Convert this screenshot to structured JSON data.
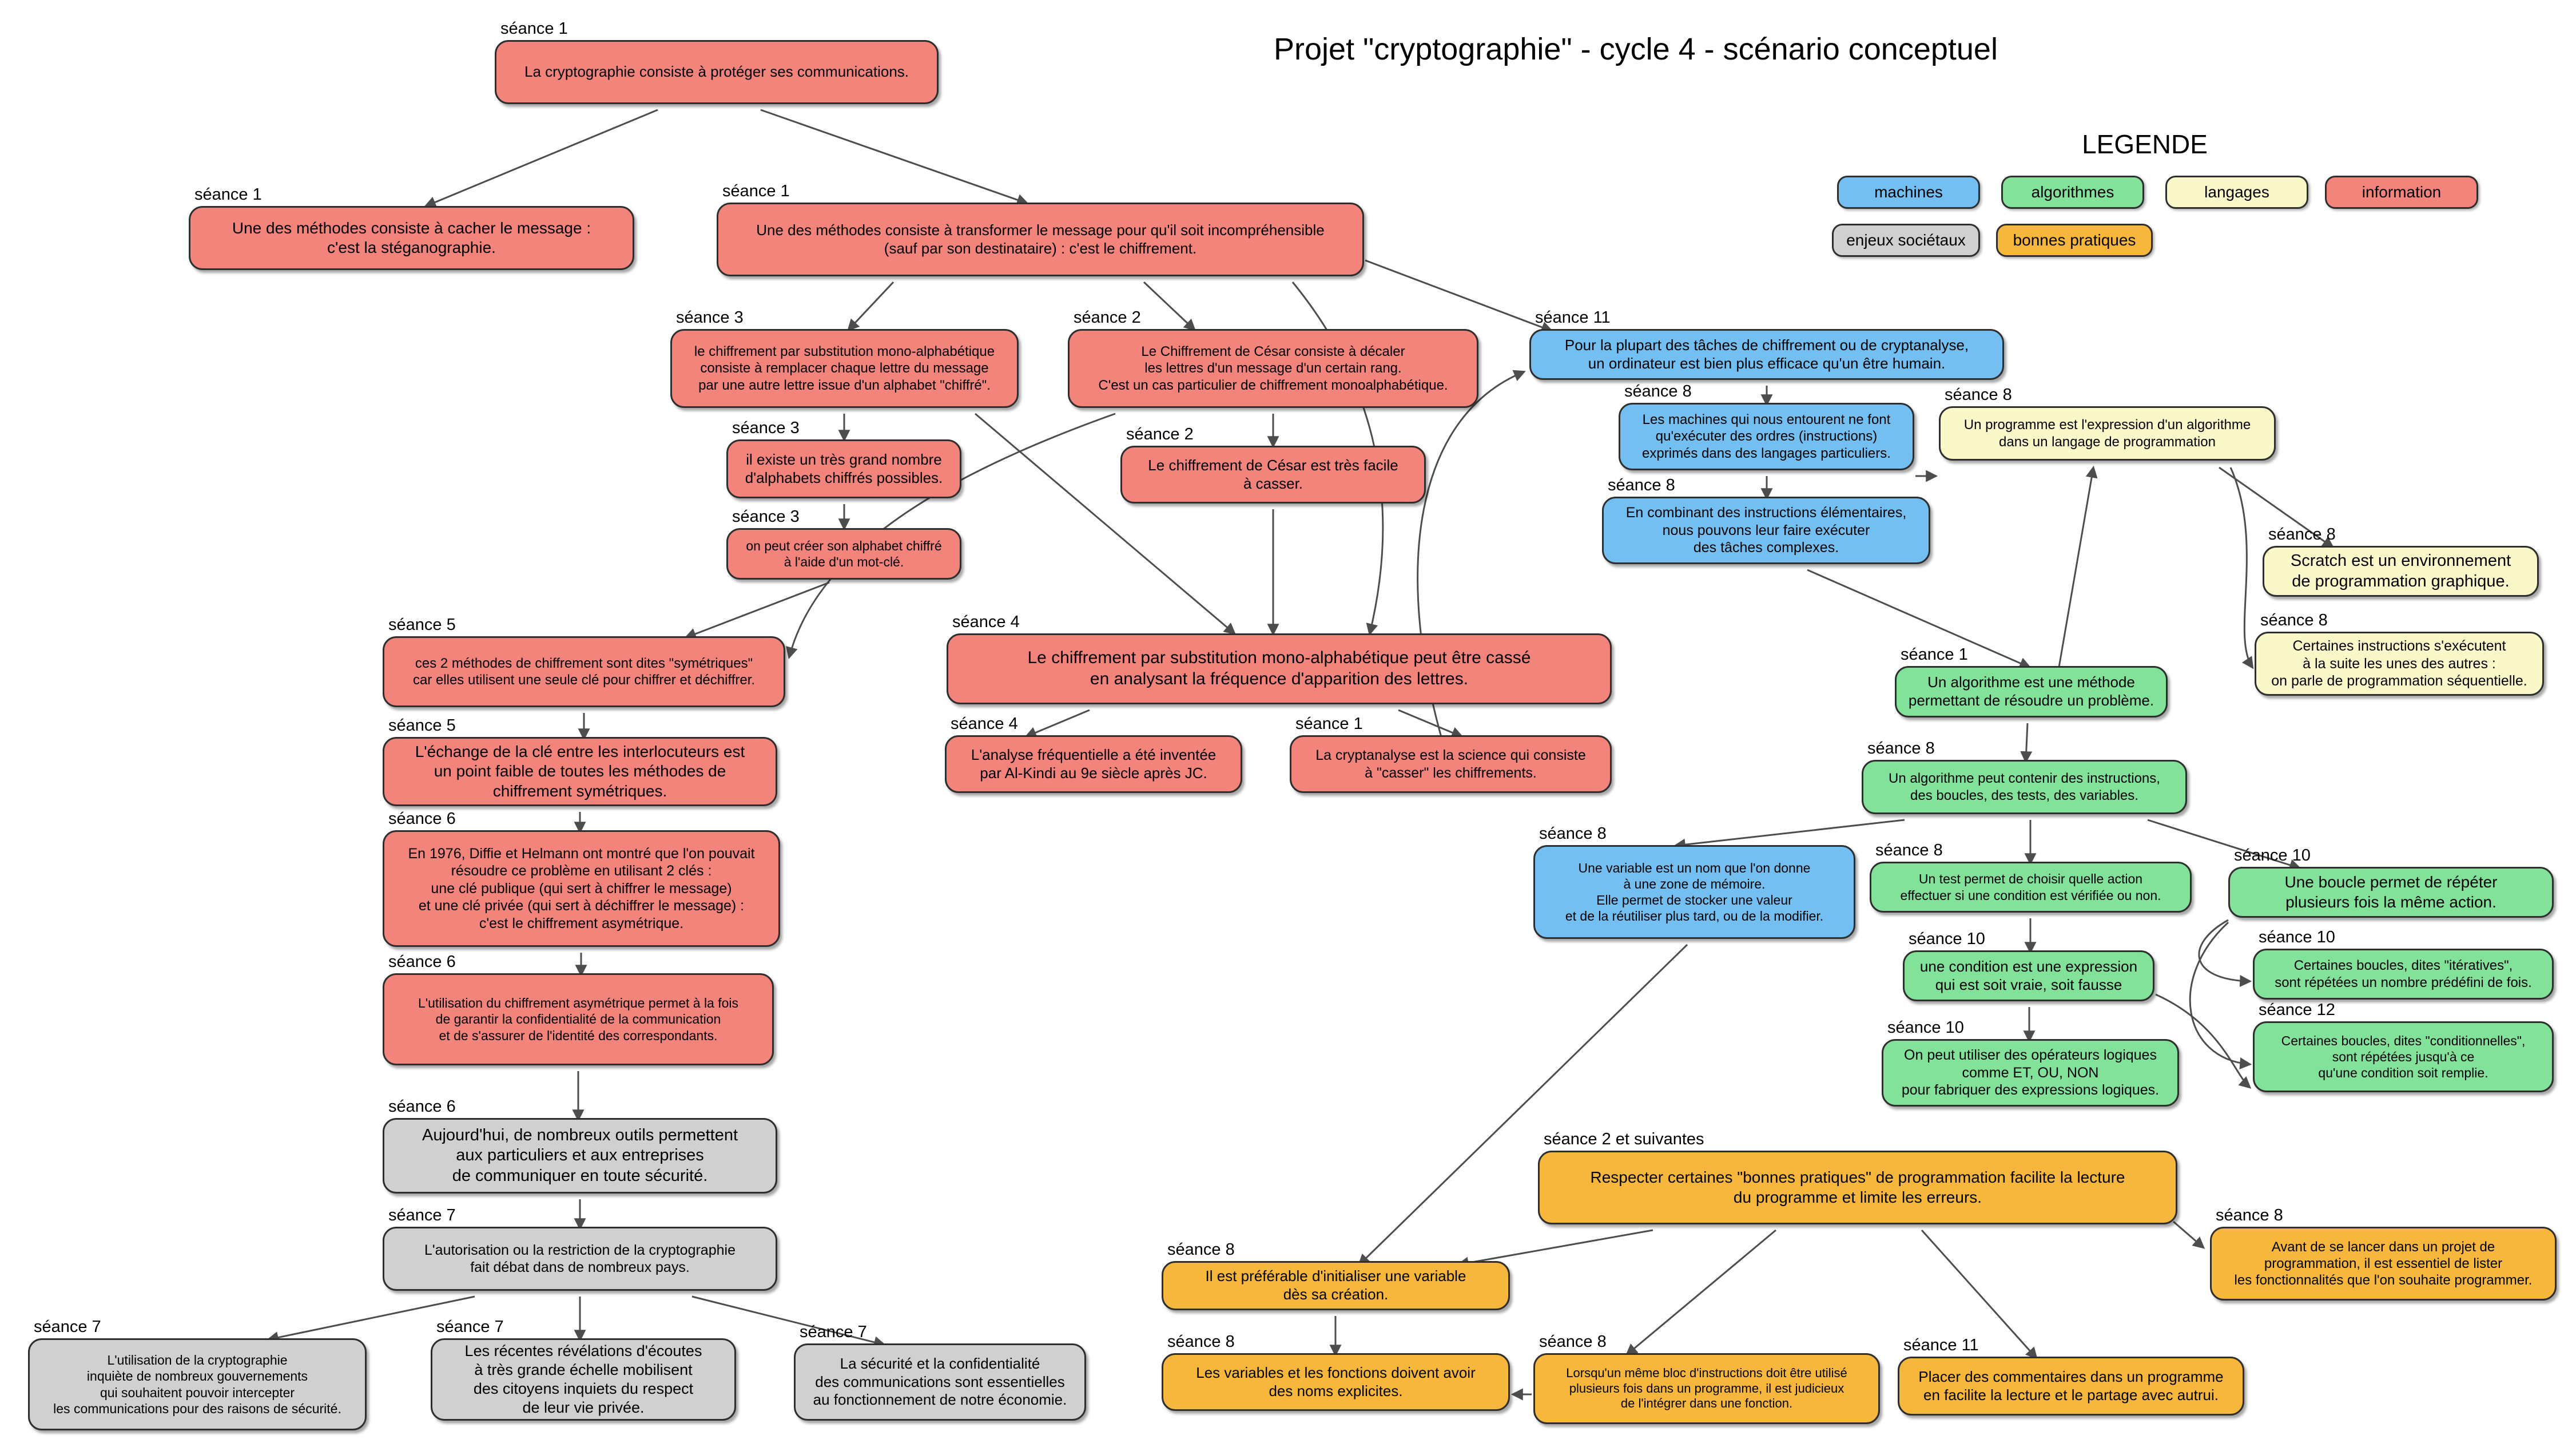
{
  "title": "Projet \"cryptographie\" - cycle 4 - scénario conceptuel",
  "legend": {
    "title": "LEGENDE",
    "items": [
      {
        "label": "machines",
        "color": "#74BFF2"
      },
      {
        "label": "algorithmes",
        "color": "#82E29A"
      },
      {
        "label": "langages",
        "color": "#FAF8C8"
      },
      {
        "label": "information",
        "color": "#F2847C"
      },
      {
        "label": "enjeux sociétaux",
        "color": "#D0D0D0"
      },
      {
        "label": "bonnes pratiques",
        "color": "#F6B73C"
      }
    ]
  },
  "nodes": {
    "crypto_protect": {
      "seance": "séance 1",
      "category": "information",
      "text": "La cryptographie consiste à protéger ses communications."
    },
    "stegano": {
      "seance": "séance 1",
      "category": "information",
      "text": "Une des méthodes consiste à cacher le message :\nc'est la stéganographie."
    },
    "chiffrement": {
      "seance": "séance 1",
      "category": "information",
      "text": "Une des méthodes consiste à transformer le message pour qu'il soit incompréhensible\n(sauf par son destinataire) : c'est le chiffrement."
    },
    "substitution": {
      "seance": "séance 3",
      "category": "information",
      "text": "le chiffrement par substitution mono-alphabétique\nconsiste à remplacer chaque lettre du message\npar une autre lettre issue d'un alphabet \"chiffré\"."
    },
    "cesar": {
      "seance": "séance 2",
      "category": "information",
      "text": "Le Chiffrement de César consiste à décaler\nles lettres d'un message d'un certain rang.\nC'est un cas particulier de chiffrement monoalphabétique."
    },
    "nb_alphabets": {
      "seance": "séance 3",
      "category": "information",
      "text": "il existe un très grand nombre\nd'alphabets chiffrés possibles."
    },
    "alphabet_motcle": {
      "seance": "séance 3",
      "category": "information",
      "text": "on peut créer son alphabet chiffré\nà l'aide d'un mot-clé."
    },
    "cesar_casser": {
      "seance": "séance 2",
      "category": "information",
      "text": "Le chiffrement de César est très facile\nà casser."
    },
    "ordinateur": {
      "seance": "séance 11",
      "category": "machines",
      "text": "Pour la plupart des tâches de chiffrement ou de cryptanalyse,\nun ordinateur est bien plus efficace qu'un être humain."
    },
    "machines": {
      "seance": "séance 8",
      "category": "machines",
      "text": "Les machines qui nous entourent ne font\nqu'exécuter des ordres (instructions)\nexprimés dans des langages particuliers."
    },
    "programme": {
      "seance": "séance 8",
      "category": "langages",
      "text": "Un programme est l'expression d'un algorithme\ndans un langage de programmation"
    },
    "en_combinant": {
      "seance": "séance 8",
      "category": "machines",
      "text": "En combinant des instructions élémentaires,\nnous pouvons leur faire exécuter\ndes tâches complexes."
    },
    "scratch": {
      "seance": "séance 8",
      "category": "langages",
      "text": "Scratch est un environnement\nde programmation graphique."
    },
    "sequentielle": {
      "seance": "séance 8",
      "category": "langages",
      "text": "Certaines instructions s'exécutent\nà la suite les unes des autres :\non parle de programmation séquentielle."
    },
    "algo_methode": {
      "seance": "séance 1",
      "category": "algorithmes",
      "text": "Un algorithme est une méthode\npermettant de résoudre un problème."
    },
    "ces2_methodes": {
      "seance": "séance 5",
      "category": "information",
      "text": "ces 2 méthodes de chiffrement sont dites \"symétriques\"\ncar elles utilisent une seule clé pour chiffrer et déchiffrer."
    },
    "substitution_casse": {
      "seance": "séance 4",
      "category": "information",
      "text": "Le chiffrement par substitution mono-alphabétique peut être cassé\nen analysant la fréquence d'apparition des lettres."
    },
    "echange_cle": {
      "seance": "séance 5",
      "category": "information",
      "text": "L'échange de la clé entre les interlocuteurs est\nun point faible de toutes les méthodes de\nchiffrement symétriques."
    },
    "analyse_freq": {
      "seance": "séance 4",
      "category": "information",
      "text": "L'analyse fréquentielle a été inventée\npar Al-Kindi au 9e siècle après JC."
    },
    "cryptanalyse": {
      "seance": "séance 1",
      "category": "information",
      "text": "La cryptanalyse est la science qui consiste\nà \"casser\" les chiffrements."
    },
    "algo_contenir": {
      "seance": "séance 8",
      "category": "algorithmes",
      "text": "Un algorithme peut contenir des instructions,\ndes boucles, des tests, des variables."
    },
    "diffie": {
      "seance": "séance 6",
      "category": "information",
      "text": "En 1976, Diffie et Helmann ont montré que l'on pouvait\nrésoudre ce problème en utilisant 2 clés :\nune clé publique (qui sert à chiffrer le message)\net une clé privée (qui sert à déchiffrer le message) :\nc'est le chiffrement asymétrique."
    },
    "variable": {
      "seance": "séance 8",
      "category": "machines",
      "text": "Une variable est un nom que l'on donne\nà une zone de mémoire.\nElle permet de stocker une valeur\net de la réutiliser plus tard, ou de la modifier."
    },
    "test": {
      "seance": "séance 8",
      "category": "algorithmes",
      "text": "Un test permet de choisir quelle action\neffectuer si une condition est vérifiée ou non."
    },
    "boucle": {
      "seance": "séance 10",
      "category": "algorithmes",
      "text": "Une boucle permet de répéter\nplusieurs fois la même action."
    },
    "condition": {
      "seance": "séance 10",
      "category": "algorithmes",
      "text": "une condition est une expression\nqui est soit vraie, soit fausse"
    },
    "iteratives": {
      "seance": "séance 10",
      "category": "algorithmes",
      "text": "Certaines boucles, dites \"itératives\",\nsont répétées un nombre prédéfini de fois."
    },
    "conditionnelles": {
      "seance": "séance 12",
      "category": "algorithmes",
      "text": "Certaines boucles, dites \"conditionnelles\",\nsont répétées jusqu'à ce\nqu'une condition soit remplie."
    },
    "operateurs": {
      "seance": "séance 10",
      "category": "algorithmes",
      "text": "On peut utiliser des opérateurs logiques\ncomme ET, OU,  NON\npour fabriquer des expressions logiques."
    },
    "asym_utilisation": {
      "seance": "séance 6",
      "category": "information",
      "text": "L'utilisation du chiffrement asymétrique permet à la fois\nde garantir la confidentialité de la communication\net de s'assurer de l'identité des correspondants."
    },
    "outils": {
      "seance": "séance 6",
      "category": "enjeux sociétaux",
      "text": "Aujourd'hui, de nombreux outils permettent\naux particuliers et aux entreprises\nde communiquer en toute sécurité."
    },
    "autorisation": {
      "seance": "séance 7",
      "category": "enjeux sociétaux",
      "text": "L'autorisation ou la restriction de la cryptographie\nfait débat dans de nombreux pays."
    },
    "bonnes_pratiques": {
      "seance": "séance 2 et suivantes",
      "category": "bonnes pratiques",
      "text": "Respecter certaines \"bonnes pratiques\"  de programmation facilite la lecture\ndu programme et limite les erreurs."
    },
    "avant_projet": {
      "seance": "séance 8",
      "category": "bonnes pratiques",
      "text": "Avant de se lancer dans un projet de\nprogrammation, il est essentiel de lister\nles fonctionnalités que l'on souhaite programmer."
    },
    "init_variable": {
      "seance": "séance 8",
      "category": "bonnes pratiques",
      "text": "Il est préférable d'initialiser une variable\ndès sa création."
    },
    "noms_explicites": {
      "seance": "séance 8",
      "category": "bonnes pratiques",
      "text": "Les variables et les fonctions doivent avoir\ndes noms explicites."
    },
    "bloc_fonction": {
      "seance": "séance 8",
      "category": "bonnes pratiques",
      "text": "Lorsqu'un même bloc d'instructions doit être utilisé\nplusieurs fois dans un programme, il est judicieux\nde l'intégrer dans une fonction."
    },
    "commentaires": {
      "seance": "séance 11",
      "category": "bonnes pratiques",
      "text": "Placer des commentaires dans un programme\nen facilite la lecture et le partage avec autrui."
    },
    "gouvernements": {
      "seance": "séance 7",
      "category": "enjeux sociétaux",
      "text": "L'utilisation de la cryptographie\ninquiète de nombreux gouvernements\nqui souhaitent pouvoir intercepter\nles communications pour des raisons de sécurité."
    },
    "revelations": {
      "seance": "séance 7",
      "category": "enjeux sociétaux",
      "text": "Les récentes révélations d'écoutes\nà très grande échelle mobilisent\ndes citoyens inquiets du respect\nde leur vie privée."
    },
    "securite_eco": {
      "seance": "séance 7",
      "category": "enjeux sociétaux",
      "text": "La sécurité et la confidentialité\ndes communications sont essentielles\nau fonctionnement de notre économie."
    }
  }
}
